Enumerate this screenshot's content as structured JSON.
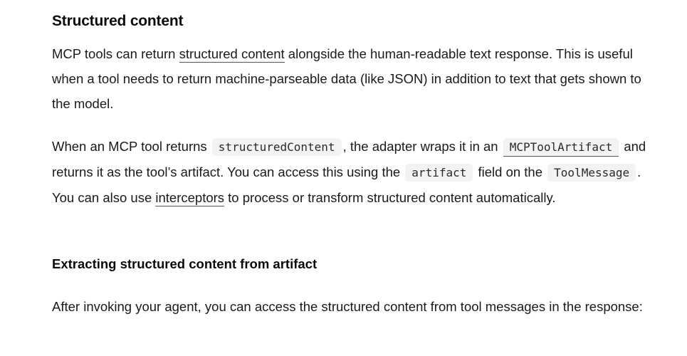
{
  "section": {
    "heading": "Structured content",
    "intro": {
      "t1": "MCP tools can return ",
      "link_structured": "structured content",
      "t2": " alongside the human-readable text response. This is useful when a tool needs to return machine-parseable data (like JSON) in addition to text that gets shown to the model."
    },
    "details": {
      "t1": "When an MCP tool returns ",
      "code_structured": "structuredContent",
      "t2": ", the adapter wraps it in an ",
      "code_artifact_class": "MCPToolArtifact",
      "t3": " and returns it as the tool’s artifact. You can access this using the ",
      "code_artifact": "artifact",
      "t4": " field on the ",
      "code_toolmessage": "ToolMessage",
      "t5": ". You can also use ",
      "link_interceptors": "interceptors",
      "t6": " to process or transform structured content automatically."
    },
    "subheading": "Extracting structured content from artifact",
    "outro": "After invoking your agent, you can access the structured content from tool messages in the response:"
  }
}
